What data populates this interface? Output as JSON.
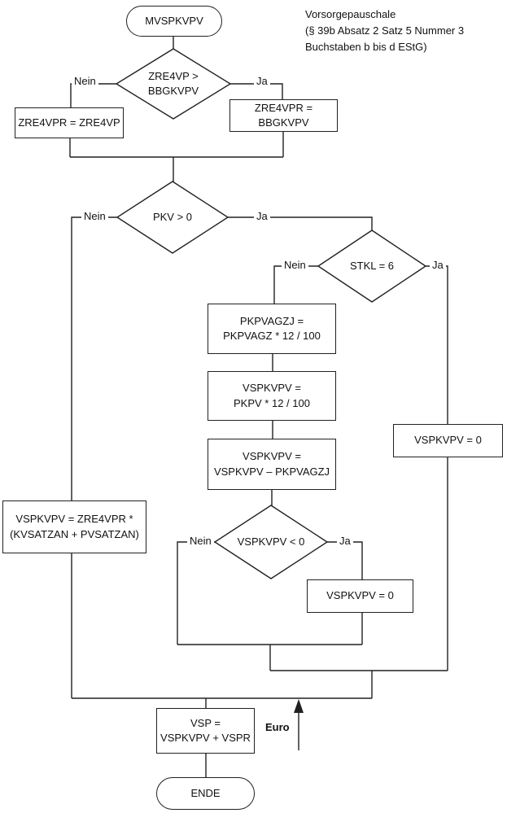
{
  "annotation": "Vorsorgepauschale\n(§ 39b Absatz 2 Satz 5 Nummer 3\nBuchstaben b bis d EStG)",
  "terminators": {
    "start": "MVSPKVPV",
    "end": "ENDE"
  },
  "decisions": {
    "zre4vp_gt_bbgkvpv": "ZRE4VP >\nBBGKVPV",
    "pkv_gt_0": "PKV > 0",
    "stkl_eq_6": "STKL = 6",
    "vspkvpv_lt_0": "VSPKVPV < 0"
  },
  "processes": {
    "zre4vpr_zre4vp": "ZRE4VPR = ZRE4VP",
    "zre4vpr_bbgkvpv": "ZRE4VPR = BBGKVPV",
    "pkpvagzj": "PKPVAGZJ =\nPKPVAGZ * 12 / 100",
    "vspkvpv_pkpv": "VSPKVPV =\nPKPV * 12 / 100",
    "vspkvpv_minus_pkpvagzj": "VSPKVPV =\nVSPKVPV – PKPVAGZJ",
    "vspkvpv_zero_stkl6": "VSPKVPV = 0",
    "vspkvpv_zero_negative": "VSPKVPV = 0",
    "vspkvpv_formula": "VSPKVPV = ZRE4VPR *\n(KVSATZAN + PVSATZAN)",
    "vsp_sum": "VSP =\nVSPKVPV + VSPR"
  },
  "branch_labels": {
    "yes": "Ja",
    "no": "Nein"
  },
  "axis_label": "Euro",
  "colors": {
    "line": "#212121",
    "text": "#111111",
    "background": "#ffffff"
  }
}
